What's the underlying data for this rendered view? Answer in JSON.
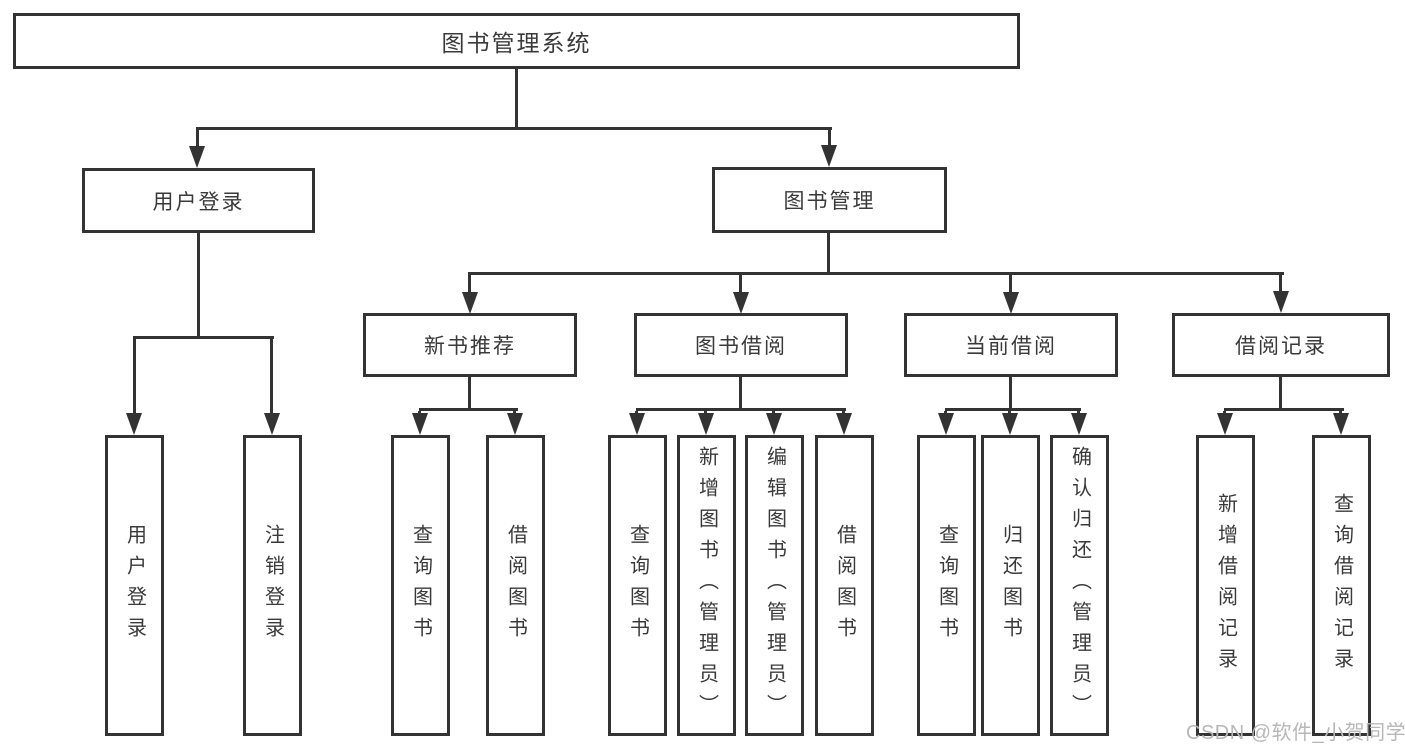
{
  "watermark": "CSDN @软件_小贺同学",
  "colors": {
    "line": "#333333",
    "text": "#3a3a3a",
    "watermark": "#b7b7b7",
    "background": "#ffffff"
  },
  "diagram_type": "hierarchy-tree",
  "tree": {
    "label": "图书管理系统",
    "children": [
      {
        "label": "用户登录",
        "children": [
          {
            "label": "用户登录"
          },
          {
            "label": "注销登录"
          }
        ]
      },
      {
        "label": "图书管理",
        "children": [
          {
            "label": "新书推荐",
            "children": [
              {
                "label": "查询图书"
              },
              {
                "label": "借阅图书"
              }
            ]
          },
          {
            "label": "图书借阅",
            "children": [
              {
                "label": "查询图书"
              },
              {
                "label": "新增图书（管理员）"
              },
              {
                "label": "编辑图书（管理员）"
              },
              {
                "label": "借阅图书"
              }
            ]
          },
          {
            "label": "当前借阅",
            "children": [
              {
                "label": "查询图书"
              },
              {
                "label": "归还图书"
              },
              {
                "label": "确认归还（管理员）"
              }
            ]
          },
          {
            "label": "借阅记录",
            "children": [
              {
                "label": "新增借阅记录"
              },
              {
                "label": "查询借阅记录"
              }
            ]
          }
        ]
      }
    ]
  }
}
